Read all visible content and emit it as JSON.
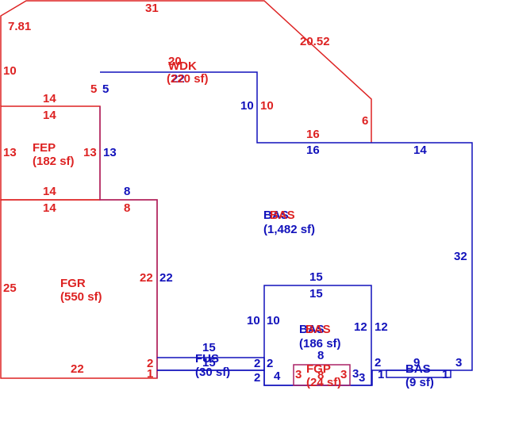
{
  "areas": [
    {
      "id": "wdk",
      "code": "WDK",
      "overlap": "20",
      "area": "(220 sf)",
      "overlap2": "22"
    },
    {
      "id": "fep",
      "code": "FEP",
      "area": "(182 sf)"
    },
    {
      "id": "fgr",
      "code": "FGR",
      "area": "(550 sf)"
    },
    {
      "id": "bas-main",
      "code": "BAS",
      "code_overlay": "BAS",
      "area": "(1,482 sf)"
    },
    {
      "id": "bas-inner",
      "code": "BAS",
      "code_overlay": "BAS",
      "area": "(186 sf)"
    },
    {
      "id": "fus",
      "code": "FUS",
      "area": "(30 sf)"
    },
    {
      "id": "fgp",
      "code": "FGP",
      "area": "(24 sf)"
    },
    {
      "id": "bas-small",
      "code": "BAS",
      "area": "(9 sf)"
    }
  ],
  "dimensions_red": [
    "31",
    "7.81",
    "20.52",
    "10",
    "5",
    "14",
    "14",
    "6",
    "16",
    "10",
    "13",
    "13",
    "14",
    "14",
    "8",
    "25",
    "22",
    "22",
    "2",
    "1",
    "3",
    "3",
    "8"
  ],
  "dimensions_blue": [
    "5",
    "10",
    "16",
    "14",
    "13",
    "8",
    "32",
    "15",
    "15",
    "10",
    "10",
    "12",
    "12",
    "22",
    "15",
    "15",
    "2",
    "2",
    "2",
    "4",
    "8",
    "3",
    "3",
    "2",
    "1",
    "9",
    "1",
    "3"
  ],
  "colors": {
    "red": "#dd2222",
    "blue": "#1111bb"
  }
}
